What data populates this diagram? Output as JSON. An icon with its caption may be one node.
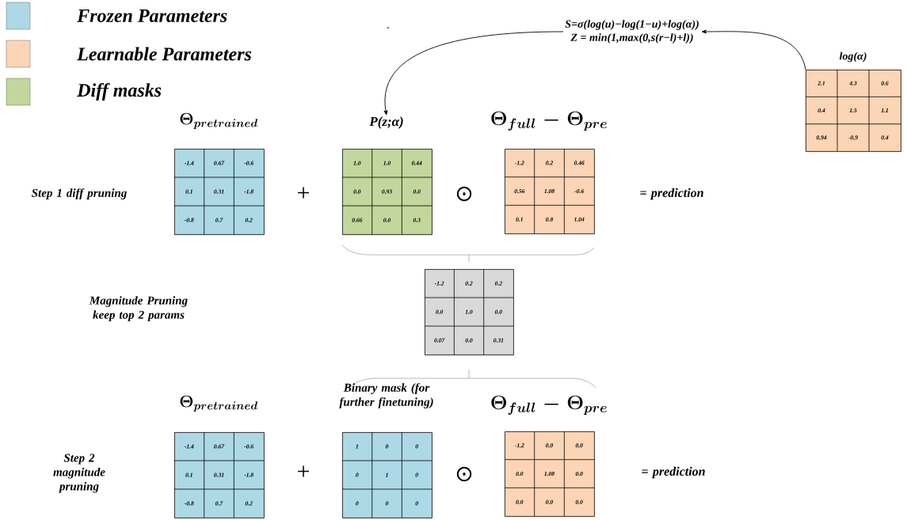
{
  "diagram": {
    "nodes": [
      {
        "text": [
          "log(α)",
          "2.1",
          "4.3",
          "0.6",
          "0.4",
          "1.5",
          "1.1",
          "0.94",
          "-0.9",
          "0.4"
        ]
      },
      {
        "text": [
          "S=σ(log(u)−log(1−u)+log(α))",
          "Z = min(1,max(0,s(r−l)+l))"
        ]
      },
      {
        "text": [
          "\\Theta_{pretrained}",
          "-1.4",
          "0.67",
          "-0.6",
          "0.1",
          "0.31",
          "-1.8",
          "-0.8",
          "0.7",
          "0.2"
        ]
      },
      {
        "text": [
          "P(z;α)",
          "1.0",
          "1.0",
          "0.44",
          "0.0",
          "0.93",
          "0.0",
          "0.66",
          "0.0",
          "0.3"
        ]
      },
      {
        "text": [
          "\\Theta_{full}-\\Theta_{pre}",
          "-1.2",
          "0.2",
          "0.46",
          "0.56",
          "1.08",
          "-0.6",
          "0.1",
          "0.8",
          "1.04"
        ]
      },
      {
        "text": [
          "-1.2",
          "0.2",
          "0.2",
          "0.0",
          "1.0",
          "0.0",
          "0.07",
          "0.0",
          "0.31"
        ]
      },
      {
        "text": [
          "\\Theta_{pretrained}",
          "-1.4",
          "0.67",
          "-0.6",
          "0.1",
          "0.31",
          "-1.8",
          "-0.8",
          "0.7",
          "0.2"
        ]
      },
      {
        "text": [
          "Binary mask (for further finetuning)",
          "1",
          "0",
          "0",
          "0",
          "1",
          "0",
          "0",
          "0",
          "0"
        ]
      },
      {
        "text": [
          "\\Theta_{full}-\\Theta_{pre}",
          "-1.2",
          "0.0",
          "0.0",
          "0.0",
          "1.08",
          "0.0",
          "0.0",
          "0.0",
          "0.0"
        ]
      }
    ],
    "edges": [
      {
        "from": 0,
        "to": 1,
        "arrow": "to"
      },
      {
        "from": 1,
        "to": 3,
        "arrow": "to"
      }
    ],
    "labels": [
      "-",
      "Step 1 diff pruning",
      "+",
      "⊙",
      "= prediction",
      "Magnitude Pruning keep top 2 params",
      "Step 2 magnitude pruning",
      "+",
      "⊙",
      "= prediction"
    ],
    "legend": [
      {
        "text": "Frozen Parameters",
        "color": "#add8e6"
      },
      {
        "text": "Learnable Parameters",
        "color": "#fbd5b5"
      },
      {
        "text": "Diff masks",
        "color": "#c3d69b"
      }
    ]
  }
}
